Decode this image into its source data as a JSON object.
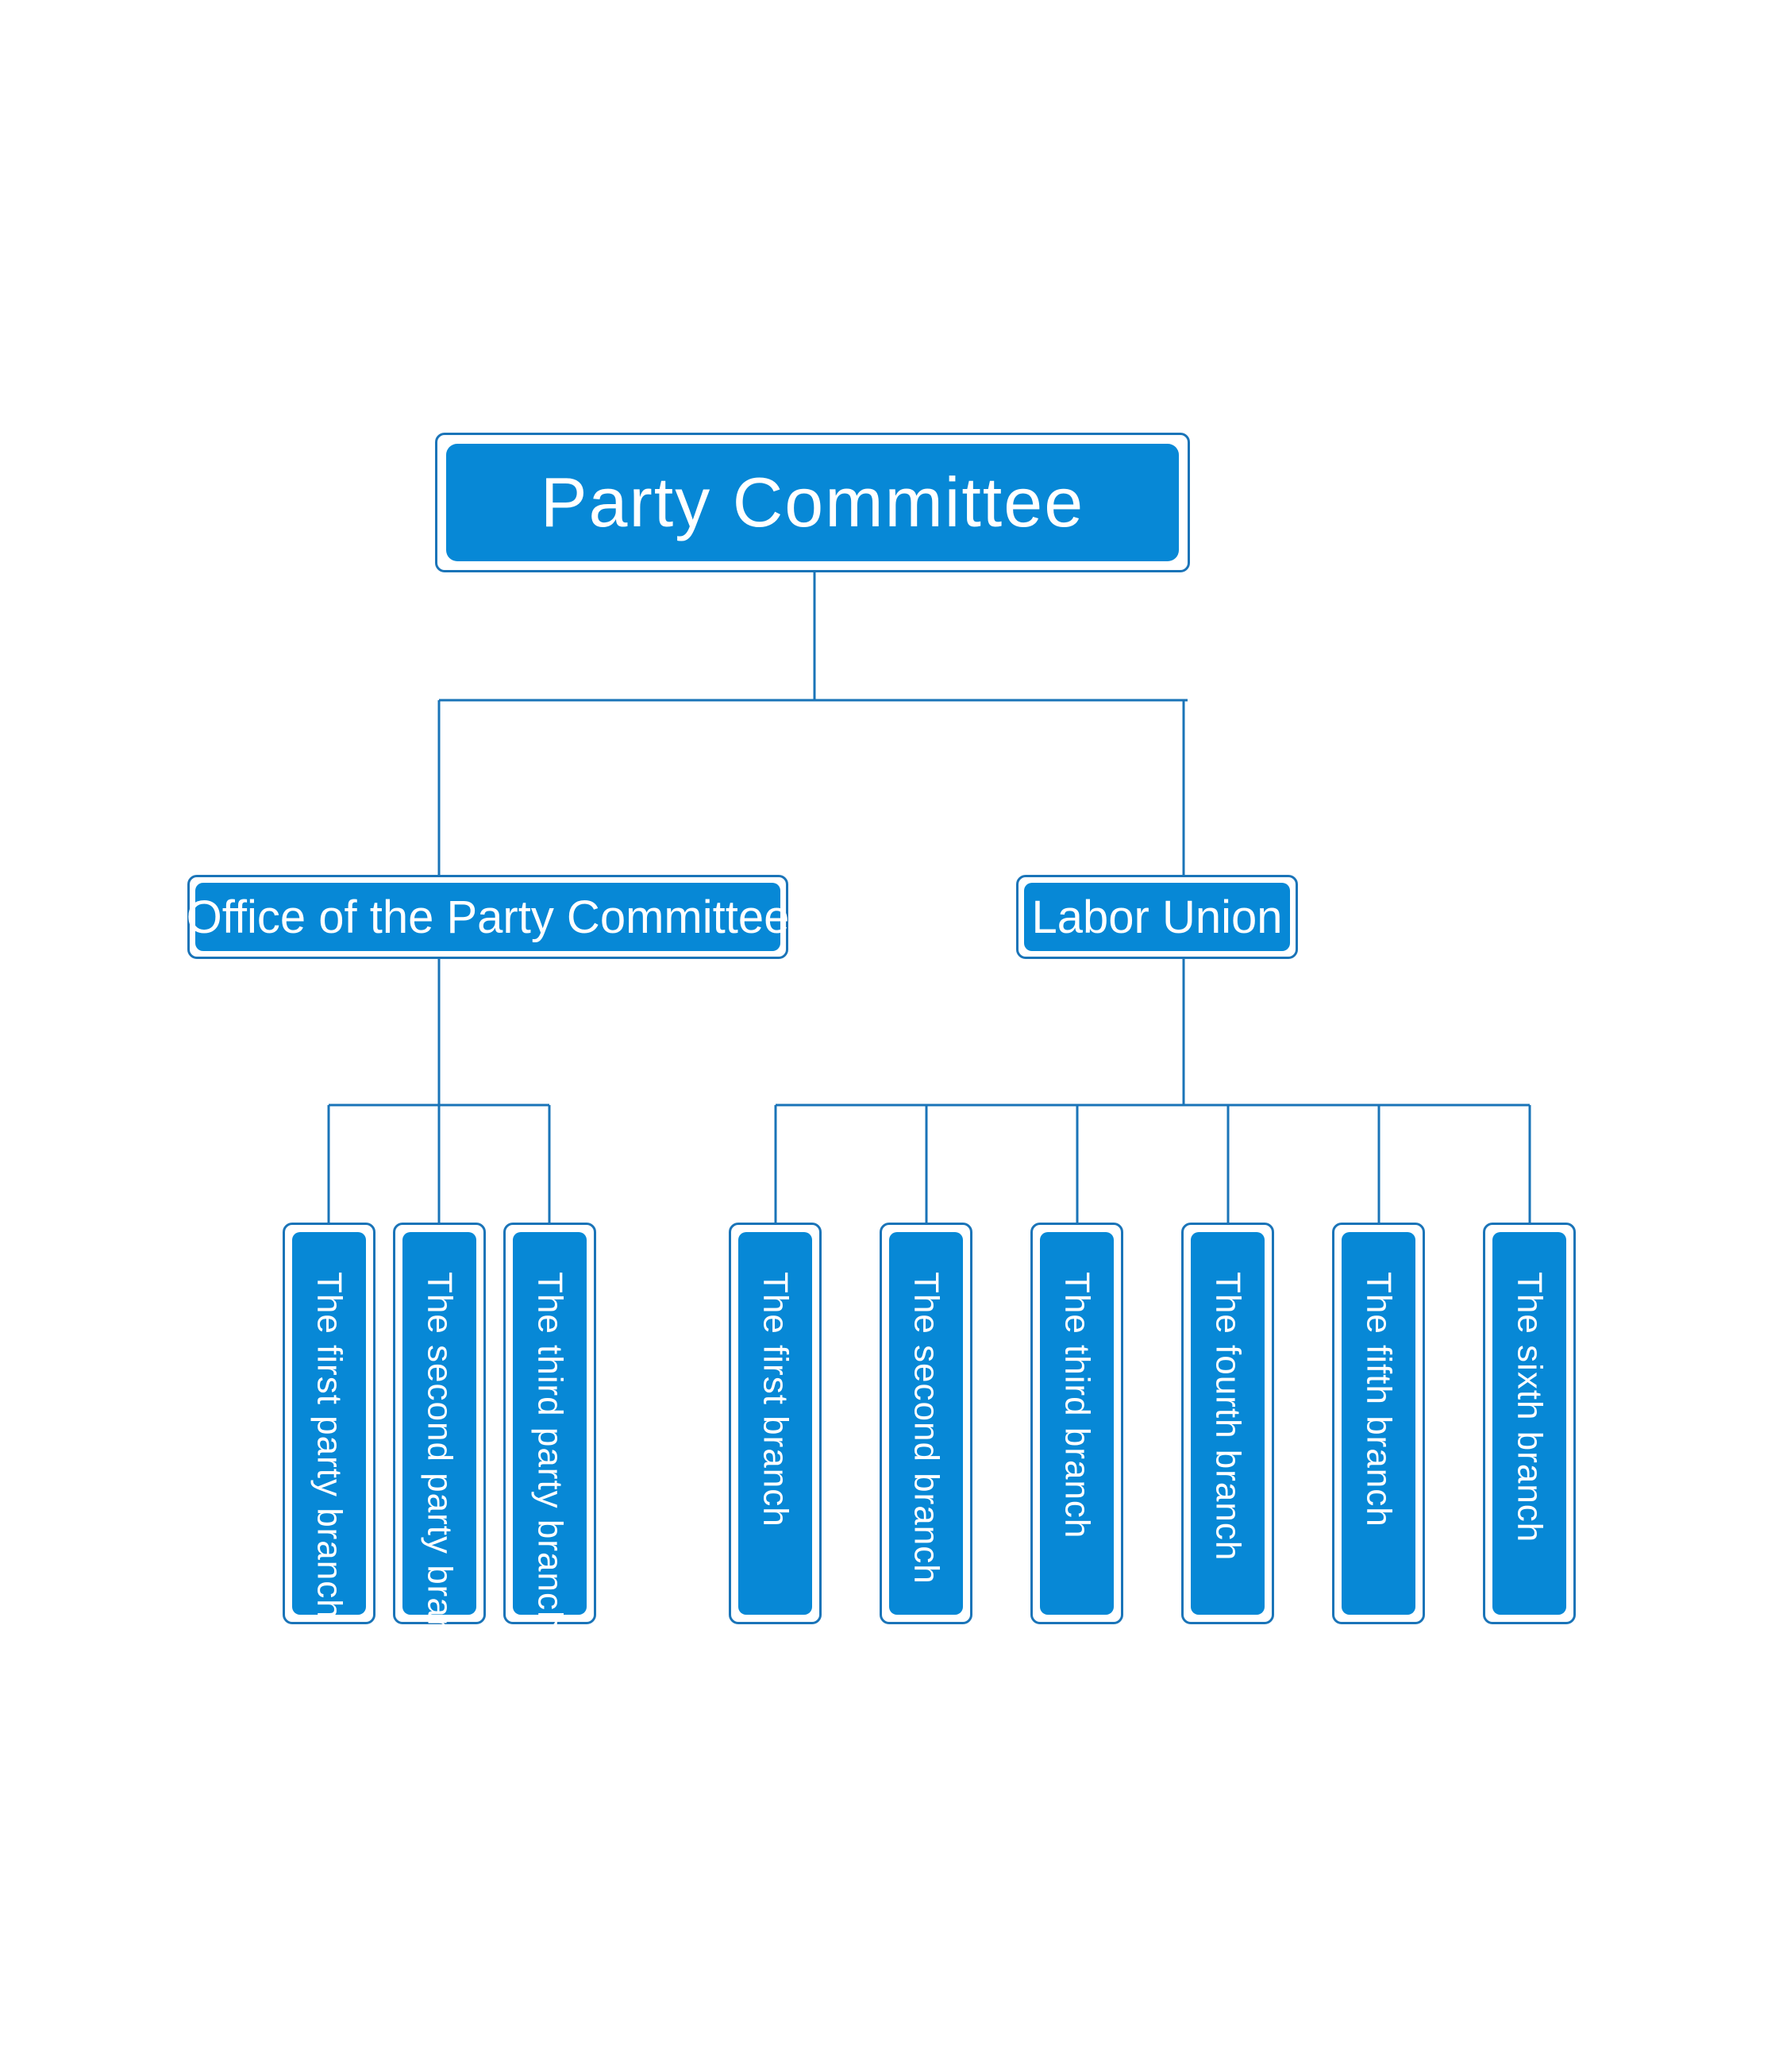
{
  "colors": {
    "box_fill": "#0788d6",
    "outline": "#1a74b8",
    "line": "#1a74b8",
    "text": "#ffffff"
  },
  "root": {
    "label": "Party Committee"
  },
  "office": {
    "label": "Office of the Party Committee",
    "branches": [
      "The first party branch",
      "The  second  party  branch",
      "The  third  party  branch"
    ]
  },
  "union": {
    "label": "Labor Union",
    "branches": [
      "The  first  branch",
      "The  second  branch",
      "The  third  branch",
      "The  fourth  branch",
      "The  fifth  branch",
      "The  sixth  branch"
    ]
  }
}
